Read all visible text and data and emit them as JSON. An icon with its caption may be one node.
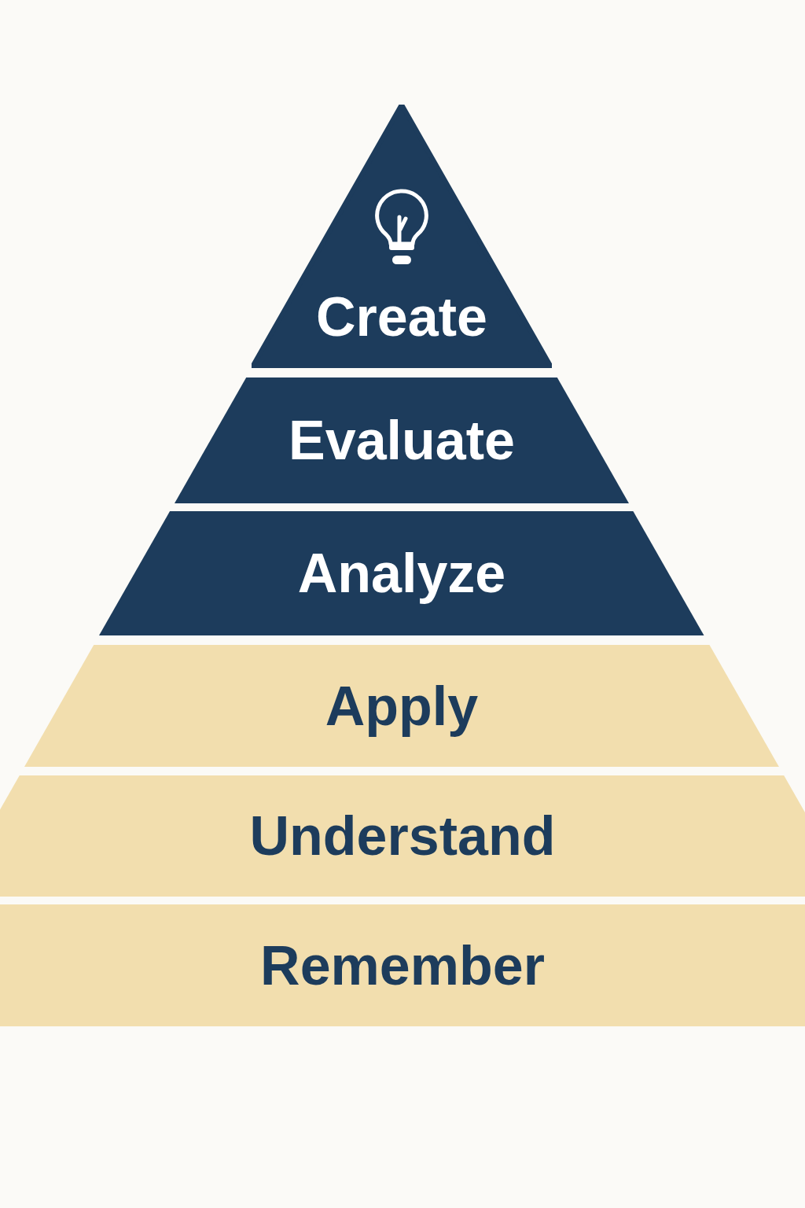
{
  "diagram": {
    "nodes": [
      {
        "text": [
          "Create"
        ]
      },
      {
        "text": [
          "Evaluate"
        ]
      },
      {
        "text": [
          "Analyze"
        ]
      },
      {
        "text": [
          "Apply"
        ]
      },
      {
        "text": [
          "Understand"
        ]
      },
      {
        "text": [
          "Remember"
        ]
      }
    ]
  }
}
